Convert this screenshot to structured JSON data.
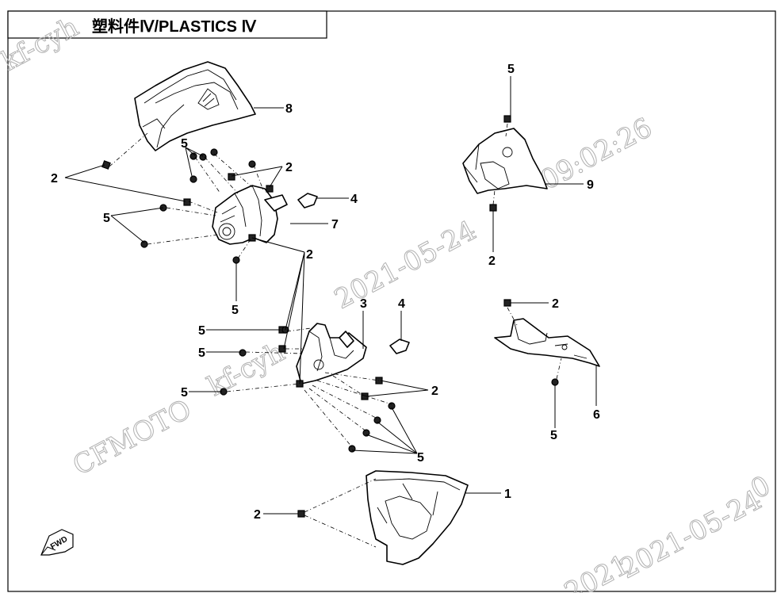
{
  "title": "塑料件Ⅳ/PLASTICS Ⅳ",
  "fwd_label": "FWD",
  "watermarks": {
    "corner": "kf-cyh",
    "date_top": "2021-05-24",
    "time_top": "09:02:26",
    "mid": "kf-cyh",
    "brand": "CFMOTO",
    "date_bottom": "2021-05-24",
    "date_bottom2": "2021",
    "edge": "0"
  },
  "callouts": [
    {
      "id": "c8",
      "text": "8"
    },
    {
      "id": "c5a",
      "text": "5"
    },
    {
      "id": "c2a",
      "text": "2"
    },
    {
      "id": "c2b",
      "text": "2"
    },
    {
      "id": "c4a",
      "text": "4"
    },
    {
      "id": "c5b",
      "text": "5"
    },
    {
      "id": "c7",
      "text": "7"
    },
    {
      "id": "c2c",
      "text": "2"
    },
    {
      "id": "c5c",
      "text": "5"
    },
    {
      "id": "c5top",
      "text": "5"
    },
    {
      "id": "c9",
      "text": "9"
    },
    {
      "id": "c2d",
      "text": "2"
    },
    {
      "id": "c3",
      "text": "3"
    },
    {
      "id": "c4b",
      "text": "4"
    },
    {
      "id": "c5d",
      "text": "5"
    },
    {
      "id": "c5e",
      "text": "5"
    },
    {
      "id": "c5f",
      "text": "5"
    },
    {
      "id": "c2e",
      "text": "2"
    },
    {
      "id": "c5g",
      "text": "5"
    },
    {
      "id": "c2f",
      "text": "2"
    },
    {
      "id": "c6",
      "text": "6"
    },
    {
      "id": "c5h",
      "text": "5"
    },
    {
      "id": "c1",
      "text": "1"
    },
    {
      "id": "c2g",
      "text": "2"
    }
  ]
}
